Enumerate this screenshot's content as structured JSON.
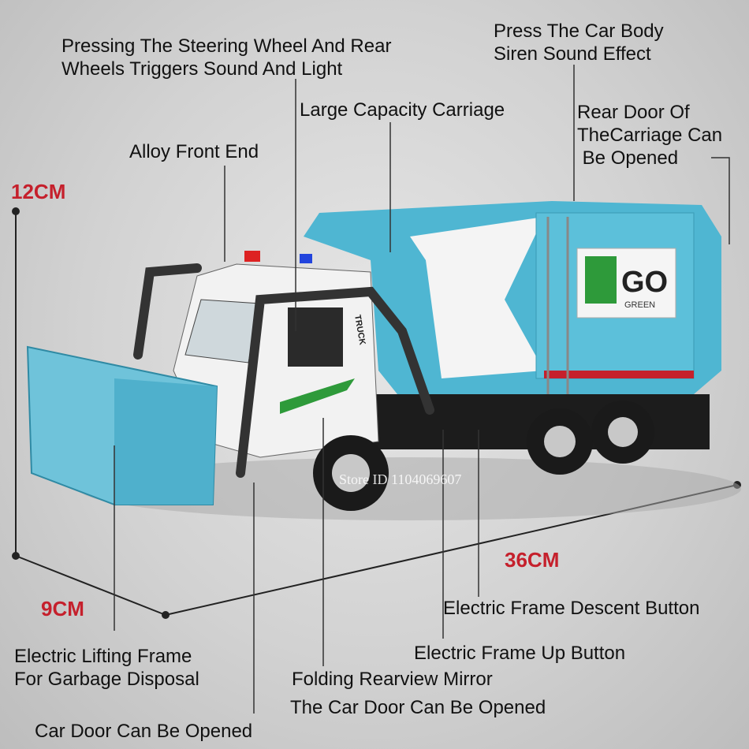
{
  "labels": {
    "steering": [
      "Pressing The Steering Wheel And Rear",
      "Wheels Triggers Sound And Light"
    ],
    "siren": [
      "Press The Car Body",
      "Siren Sound Effect"
    ],
    "carriage": "Large Capacity Carriage",
    "rear_door": [
      "Rear Door Of",
      "TheCarriage Can",
      " Be Opened"
    ],
    "alloy": "Alloy Front End",
    "lifting": [
      "Electric Lifting Frame",
      "For Garbage Disposal"
    ],
    "car_door_left": "Car Door Can Be Opened",
    "mirror": "Folding Rearview Mirror",
    "car_door": "The Car Door Can Be Opened",
    "frame_up": "Electric Frame Up Button",
    "frame_descent": "Electric Frame Descent Button"
  },
  "dimensions": {
    "height": "12CM",
    "width": "9CM",
    "length": "36CM"
  },
  "product": {
    "logo_text": "GO",
    "logo_sub": "GREEN",
    "cab_text": "TRUCK",
    "watermark": "Store ID 1104069607"
  },
  "colors": {
    "body": "#4fb6d2",
    "cab": "#f2f2f2",
    "dimension": "#c5202c",
    "logo_green": "#2e9a3a"
  }
}
